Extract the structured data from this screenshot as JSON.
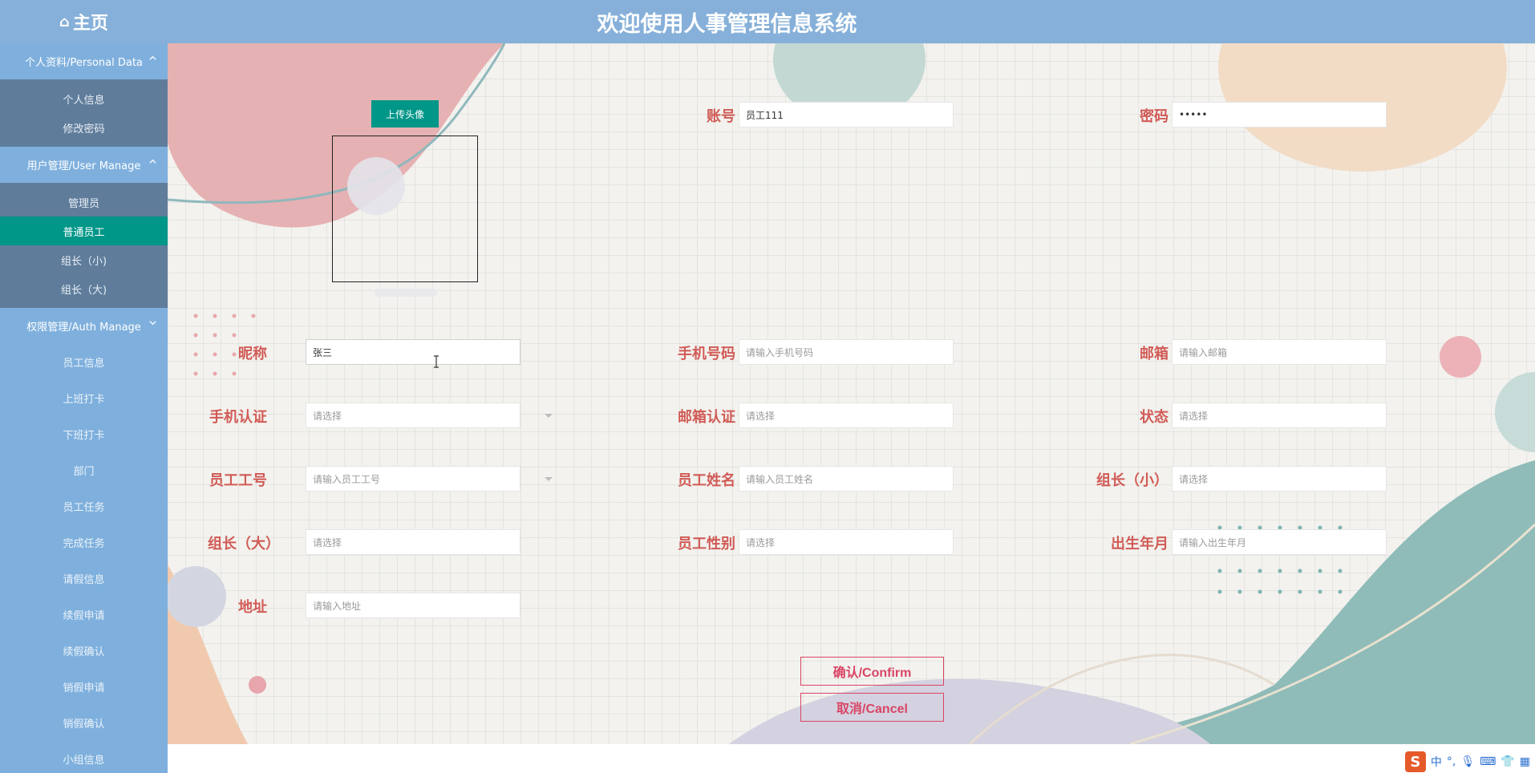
{
  "header": {
    "home_icon": "home-icon",
    "home_label": "主页",
    "title": "欢迎使用人事管理信息系统"
  },
  "sidebar": {
    "groups": [
      {
        "label": "个人资料/Personal Data",
        "expanded": true,
        "items": [
          "个人信息",
          "修改密码"
        ]
      },
      {
        "label": "用户管理/User Manage",
        "expanded": true,
        "items": [
          "管理员",
          "普通员工",
          "组长（小)",
          "组长（大)"
        ],
        "active_index": 1
      },
      {
        "label": "权限管理/Auth Manage",
        "expanded": false,
        "items": []
      }
    ],
    "plain_items": [
      "员工信息",
      "上班打卡",
      "下班打卡",
      "部门",
      "员工任务",
      "完成任务",
      "请假信息",
      "续假申请",
      "续假确认",
      "销假申请",
      "销假确认",
      "小组信息"
    ]
  },
  "form": {
    "upload_label": "上传头像",
    "fields": {
      "account": {
        "label": "账号",
        "value": "员工111",
        "placeholder": ""
      },
      "password": {
        "label": "密码",
        "value": "•••••",
        "placeholder": ""
      },
      "nickname": {
        "label": "昵称",
        "value": "张三",
        "placeholder": ""
      },
      "phone": {
        "label": "手机号码",
        "value": "",
        "placeholder": "请输入手机号码"
      },
      "email": {
        "label": "邮箱",
        "value": "",
        "placeholder": "请输入邮箱"
      },
      "phone_verify": {
        "label": "手机认证",
        "value": "",
        "placeholder": "请选择"
      },
      "email_verify": {
        "label": "邮箱认证",
        "value": "",
        "placeholder": "请选择"
      },
      "status": {
        "label": "状态",
        "value": "",
        "placeholder": "请选择"
      },
      "emp_no": {
        "label": "员工工号",
        "value": "",
        "placeholder": "请输入员工工号"
      },
      "emp_name": {
        "label": "员工姓名",
        "value": "",
        "placeholder": "请输入员工姓名"
      },
      "leader_small": {
        "label": "组长（小）",
        "value": "",
        "placeholder": "请选择"
      },
      "leader_big": {
        "label": "组长（大）",
        "value": "",
        "placeholder": "请选择"
      },
      "gender": {
        "label": "员工性别",
        "value": "",
        "placeholder": "请选择"
      },
      "birth": {
        "label": "出生年月",
        "value": "",
        "placeholder": "请输入出生年月"
      },
      "address": {
        "label": "地址",
        "value": "",
        "placeholder": "请输入地址"
      }
    },
    "confirm_label": "确认/Confirm",
    "cancel_label": "取消/Cancel"
  },
  "taskbar": {
    "ime_logo": "S",
    "ime_text": "中",
    "icons": [
      "punctuation-icon",
      "microphone-icon",
      "keyboard-icon",
      "shirt-icon",
      "grid-icon"
    ]
  },
  "colors": {
    "header_bg": "#86b0d9",
    "sidebar_bg": "#7fb0dd",
    "submenu_bg": "#5f7d9b",
    "active_item": "#009688",
    "label_red": "#d15b56",
    "button_red": "#d84565"
  }
}
